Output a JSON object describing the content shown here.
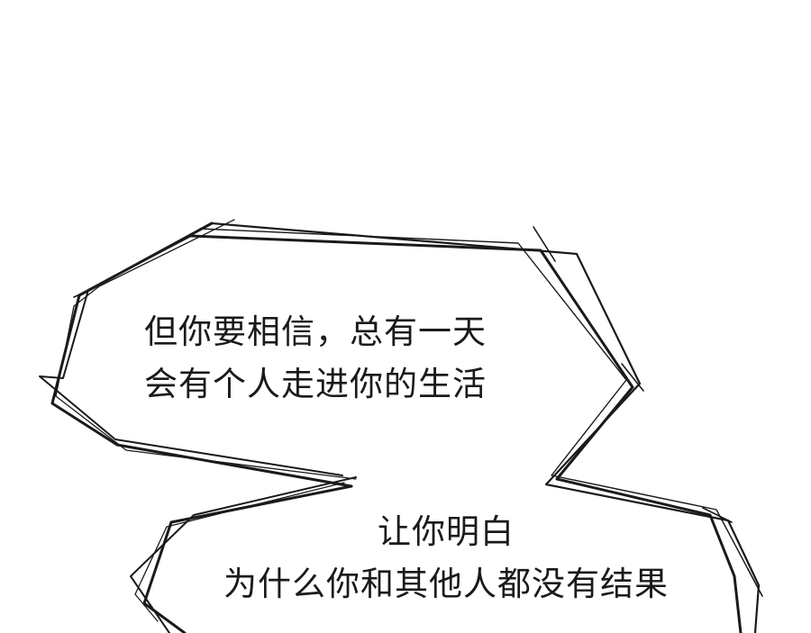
{
  "panel": {
    "background_color": "#ffffff",
    "ink_color": "#1a1a1a"
  },
  "bubble_1": {
    "line_1": "但你要相信，总有一天",
    "line_2": "会有个人走进你的生活"
  },
  "bubble_2": {
    "line_1": "让你明白",
    "line_2": "为什么你和其他人都没有结果"
  }
}
